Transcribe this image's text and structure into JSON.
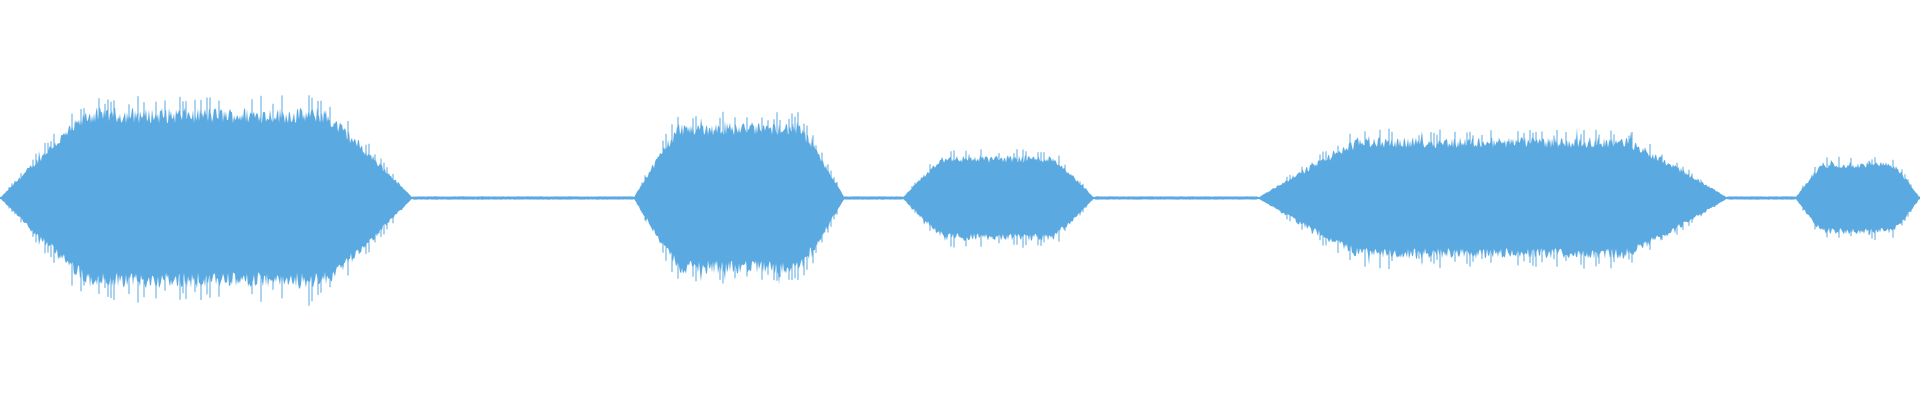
{
  "waveform": {
    "color": "#5aa9e0",
    "background": "#ffffff",
    "segments": [
      {
        "start": 0.0,
        "end": 0.215,
        "amp": 0.55
      },
      {
        "start": 0.215,
        "end": 0.33,
        "amp": 0.01
      },
      {
        "start": 0.33,
        "end": 0.44,
        "amp": 0.46
      },
      {
        "start": 0.44,
        "end": 0.47,
        "amp": 0.01
      },
      {
        "start": 0.47,
        "end": 0.57,
        "amp": 0.26
      },
      {
        "start": 0.57,
        "end": 0.655,
        "amp": 0.01
      },
      {
        "start": 0.655,
        "end": 0.9,
        "amp": 0.37
      },
      {
        "start": 0.9,
        "end": 0.935,
        "amp": 0.01
      },
      {
        "start": 0.935,
        "end": 1.0,
        "amp": 0.22
      }
    ]
  }
}
